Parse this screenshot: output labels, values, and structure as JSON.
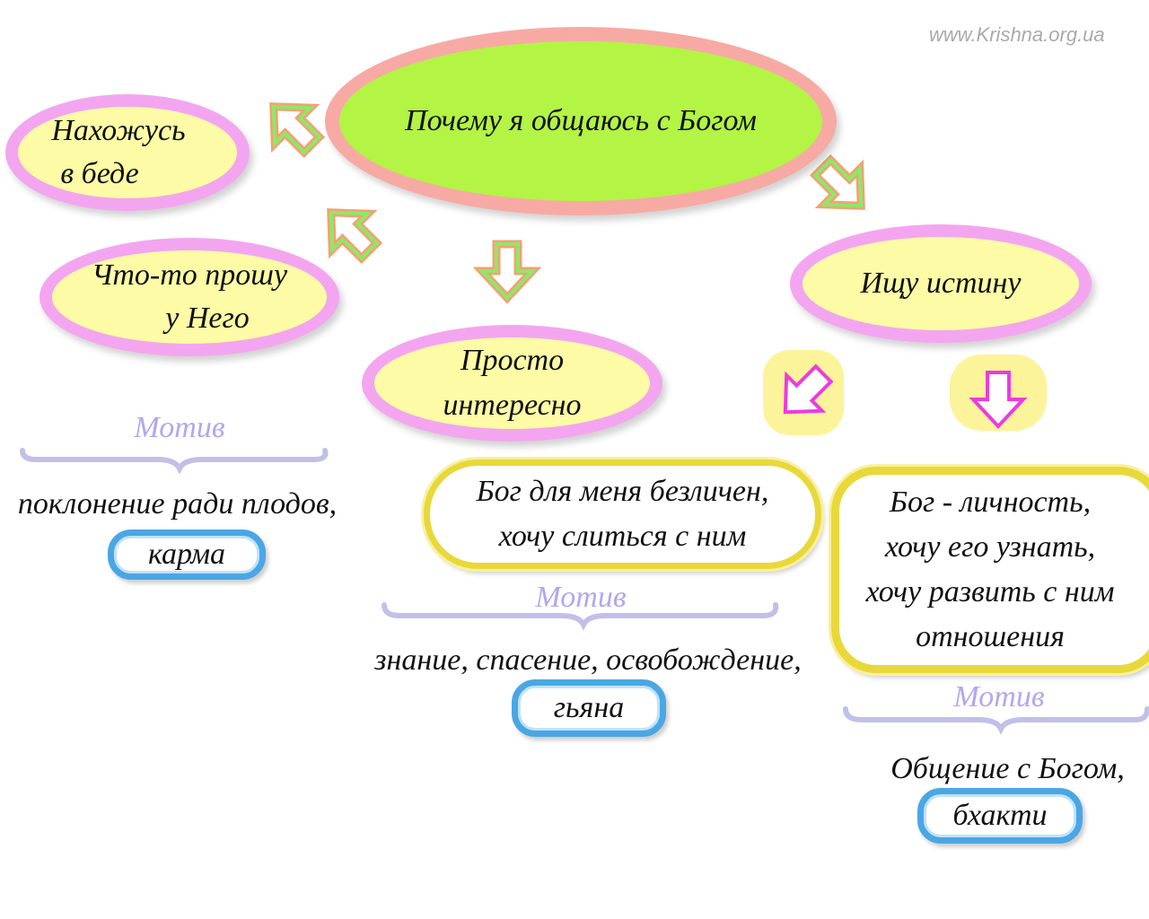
{
  "watermark": "www.Krishna.org.ua",
  "main_question": "Почему я общаюсь с Богом",
  "reasons": [
    {
      "line1": "Нахожусь",
      "line2": "в беде"
    },
    {
      "line1": "Что-то прошу",
      "line2": "у Него"
    },
    {
      "line1": "Просто",
      "line2": "интересно"
    },
    {
      "line1": "Ищу истину"
    }
  ],
  "columns": [
    {
      "motiv": "Мотив",
      "description": "поклонение ради плодов,",
      "path": "карма"
    },
    {
      "statement": [
        "Бог для меня безличен,",
        "хочу слиться с ним"
      ],
      "motiv": "Мотив",
      "description": "знание, спасение, освобождение,",
      "path": "гьяна"
    },
    {
      "statement": [
        "Бог  - личность,",
        "хочу его узнать,",
        "хочу развить с ним",
        "отношения"
      ],
      "motiv": "Мотив",
      "description": "Общение с Богом,",
      "path": "бхакти"
    }
  ]
}
